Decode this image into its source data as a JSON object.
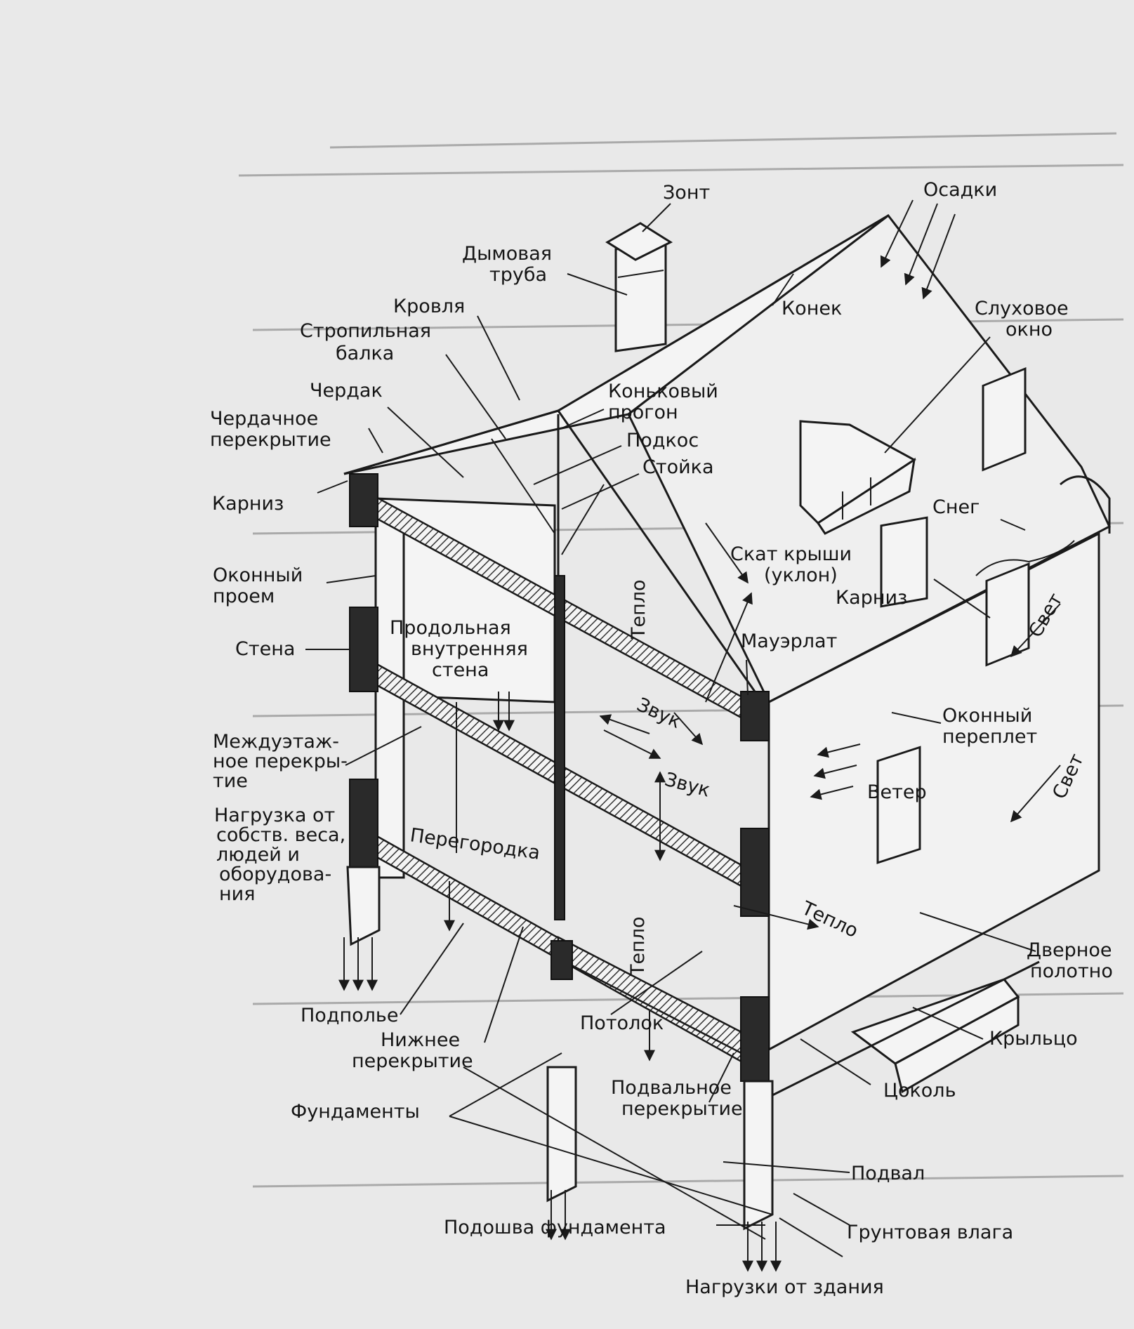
{
  "colors": {
    "ink": "#151515",
    "paper": "#e9e9e9",
    "wall": "#f4f4f4",
    "dark": "#2a2a2a"
  },
  "labels": {
    "zont": "Зонт",
    "osadki": "Осадки",
    "dymovaya_1": "Дымовая",
    "dymovaya_2": "труба",
    "krovlya": "Кровля",
    "stropilnaya_1": "Стропильная",
    "stropilnaya_2": "балка",
    "konek": "Конек",
    "sluhovoe_1": "Слуховое",
    "sluhovoe_2": "окно",
    "cherdak": "Чердак",
    "cherdachnoe_1": "Чердачное",
    "cherdachnoe_2": "перекрытие",
    "konkovy_1": "Коньковый",
    "konkovy_2": "прогон",
    "podkos": "Подкос",
    "stoyka": "Стойка",
    "karniz_left": "Карниз",
    "sneg": "Снег",
    "skat_1": "Скат крыши",
    "skat_2": "(уклон)",
    "okonny_proem_1": "Оконный",
    "okonny_proem_2": "проем",
    "karniz_right": "Карниз",
    "teplo_top": "Тепло",
    "stena": "Стена",
    "prodolnaya_1": "Продольная",
    "prodolnaya_2": "внутренняя",
    "prodolnaya_3": "стена",
    "mauerlat": "Мауэрлат",
    "svet_top": "Свет",
    "zvuk_1": "Звук",
    "okonny_pereplet_1": "Оконный",
    "okonny_pereplet_2": "переплет",
    "mezhduetazh_1": "Междуэтаж-",
    "mezhduetazh_2": "ное перекры-",
    "mezhduetazh_3": "тие",
    "zvuk_2": "Звук",
    "veter": "Ветер",
    "svet_bottom": "Свет",
    "nagruzka_1": "Нагрузка от",
    "nagruzka_2": "собств. веса,",
    "nagruzka_3": "людей и",
    "nagruzka_4": "оборудова-",
    "nagruzka_5": "ния",
    "peregorodka": "Перегородка",
    "teplo_right": "Тепло",
    "teplo_bottom": "Тепло",
    "dvernoe_1": "Дверное",
    "dvernoe_2": "полотно",
    "podpolye": "Подполье",
    "nizhnee_1": "Нижнее",
    "nizhnee_2": "перекрытие",
    "potolok": "Потолок",
    "kryltso": "Крыльцо",
    "fundamenty": "Фундаменты",
    "podvalnoe_1": "Подвальное",
    "podvalnoe_2": "перекрытие",
    "tsokol": "Цоколь",
    "podval": "Подвал",
    "podoshva": "Подошва фундамента",
    "gruntovaya": "Грунтовая влага",
    "nagruzki_ot_zdaniya": "Нагрузки от здания"
  }
}
